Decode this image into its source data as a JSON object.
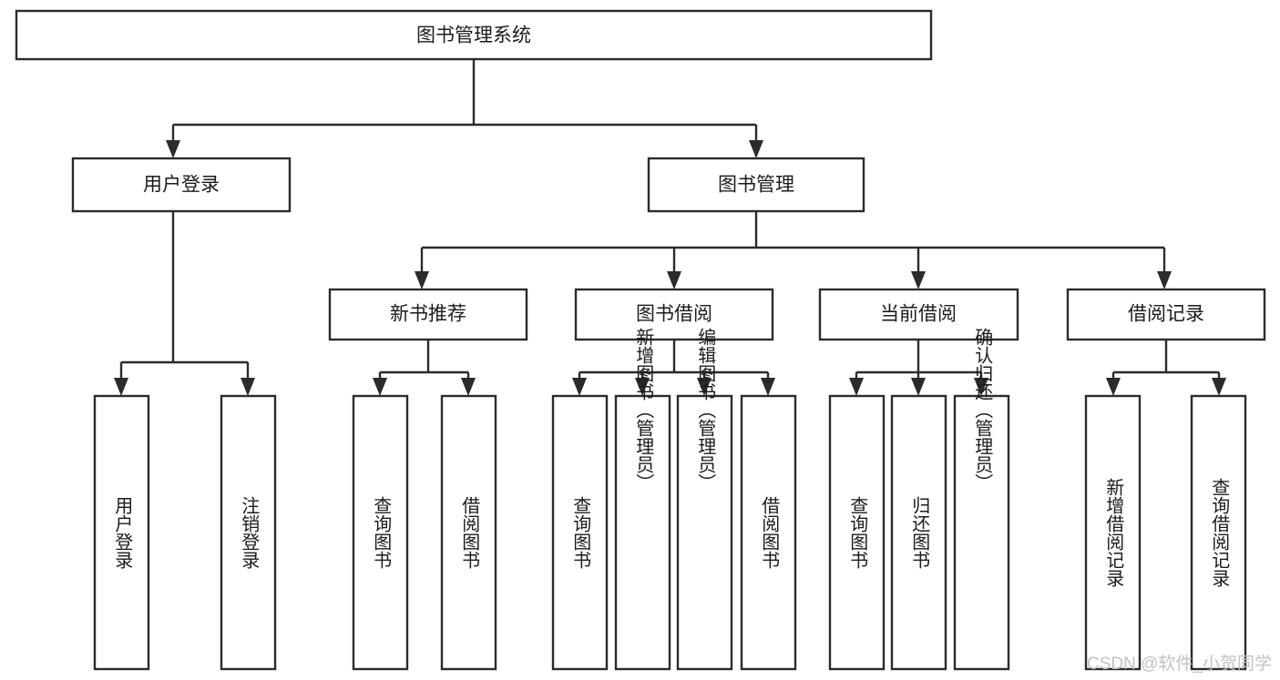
{
  "diagram": {
    "title": "图书管理系统",
    "type": "hierarchy-tree",
    "watermark": "CSDN @软件_小贺同学",
    "colors": {
      "stroke": "#2b2b2b",
      "fill": "#ffffff",
      "text": "#1b1b1b",
      "watermark": "#c2c2c2",
      "background": "#ffffff"
    },
    "levels": {
      "root": {
        "label": "图书管理系统"
      },
      "level1": [
        {
          "id": "user-login",
          "label": "用户登录"
        },
        {
          "id": "book-management",
          "label": "图书管理"
        }
      ],
      "level2": [
        {
          "id": "new-book-recommend",
          "label": "新书推荐",
          "parent": "book-management"
        },
        {
          "id": "book-borrow",
          "label": "图书借阅",
          "parent": "book-management"
        },
        {
          "id": "current-borrow",
          "label": "当前借阅",
          "parent": "book-management"
        },
        {
          "id": "borrow-record",
          "label": "借阅记录",
          "parent": "book-management"
        }
      ],
      "leaves": [
        {
          "id": "leaf-user-login",
          "label": "用户登录",
          "parent": "user-login"
        },
        {
          "id": "leaf-logout-login",
          "label": "注销登录",
          "parent": "user-login"
        },
        {
          "id": "leaf-query-book-1",
          "label": "查询图书",
          "parent": "new-book-recommend"
        },
        {
          "id": "leaf-borrow-book-1",
          "label": "借阅图书",
          "parent": "new-book-recommend"
        },
        {
          "id": "leaf-query-book-2",
          "label": "查询图书",
          "parent": "book-borrow"
        },
        {
          "id": "leaf-add-book",
          "label": "新增图书（管理员）",
          "parent": "book-borrow"
        },
        {
          "id": "leaf-edit-book",
          "label": "编辑图书（管理员）",
          "parent": "book-borrow"
        },
        {
          "id": "leaf-borrow-book-2",
          "label": "借阅图书",
          "parent": "book-borrow"
        },
        {
          "id": "leaf-query-book-3",
          "label": "查询图书",
          "parent": "current-borrow"
        },
        {
          "id": "leaf-return-book",
          "label": "归还图书",
          "parent": "current-borrow"
        },
        {
          "id": "leaf-confirm-return",
          "label": "确认归还（管理员）",
          "parent": "current-borrow"
        },
        {
          "id": "leaf-add-record",
          "label": "新增借阅记录",
          "parent": "borrow-record"
        },
        {
          "id": "leaf-query-record",
          "label": "查询借阅记录",
          "parent": "borrow-record"
        }
      ]
    }
  }
}
